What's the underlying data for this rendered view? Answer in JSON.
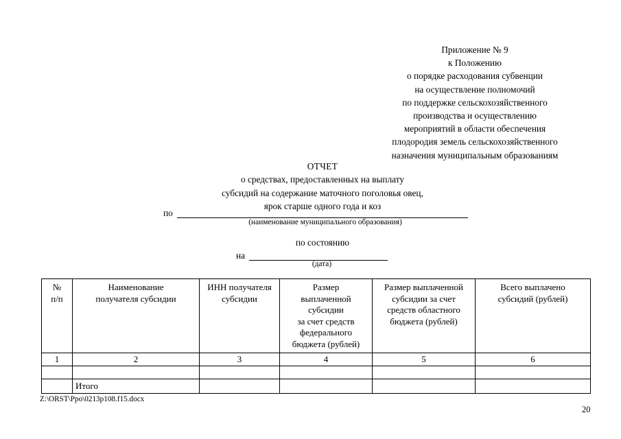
{
  "document": {
    "background_color": "#ffffff",
    "text_color": "#000000"
  },
  "appendix": {
    "lines": [
      "Приложение № 9",
      "к Положению",
      "о порядке расходования субвенции",
      "на осуществление полномочий",
      "по поддержке сельскохозяйственного",
      "производства и осуществлению",
      "мероприятий в области обеспечения",
      "плодородия земель сельскохозяйственного",
      "назначения муниципальным образованиям"
    ]
  },
  "title": {
    "heading": "ОТЧЕТ",
    "subtitle_lines": [
      "о средствах, предоставленных на выплату",
      "субсидий на содержание маточного поголовья овец,",
      "ярок старше одного года и коз"
    ]
  },
  "fields": {
    "municipality": {
      "label": "по",
      "value": "",
      "caption": "(наименование муниципального образования)"
    },
    "as_of_label": "по состоянию",
    "date": {
      "label": "на",
      "value": "",
      "caption": "(дата)"
    }
  },
  "table": {
    "headers": [
      "№\nп/п",
      "Наименование\nполучателя субсидии",
      "ИНН получателя\nсубсидии",
      "Размер\nвыплаченной\nсубсидии\nза счет средств\nфедерального\nбюджета (рублей)",
      "Размер выплаченной\nсубсидии за счет\nсредств областного\nбюджета (рублей)",
      "Всего выплачено\nсубсидий (рублей)"
    ],
    "header_col1_line1": "№",
    "header_col1_line2": "п/п",
    "header_col2_line1": "Наименование",
    "header_col2_line2": "получателя субсидии",
    "header_col3_line1": "ИНН получателя",
    "header_col3_line2": "субсидии",
    "header_col4_line1": "Размер",
    "header_col4_line2": "выплаченной",
    "header_col4_line3": "субсидии",
    "header_col4_line4": "за счет средств",
    "header_col4_line5": "федерального",
    "header_col4_line6": "бюджета (рублей)",
    "header_col5_line1": "Размер выплаченной",
    "header_col5_line2": "субсидии за счет",
    "header_col5_line3": "средств областного",
    "header_col5_line4": "бюджета (рублей)",
    "header_col6_line1": "Всего выплачено",
    "header_col6_line2": "субсидий (рублей)",
    "column_numbers": [
      "1",
      "2",
      "3",
      "4",
      "5",
      "6"
    ],
    "empty_row": [
      "",
      "",
      "",
      "",
      "",
      ""
    ],
    "total_row": {
      "index": "",
      "label": "Итого",
      "col3": "",
      "col4": "",
      "col5": "",
      "col6": ""
    }
  },
  "footer": {
    "file_path": "Z:\\ORST\\Ppo\\0213p108.f15.docx",
    "page_number": "20"
  }
}
